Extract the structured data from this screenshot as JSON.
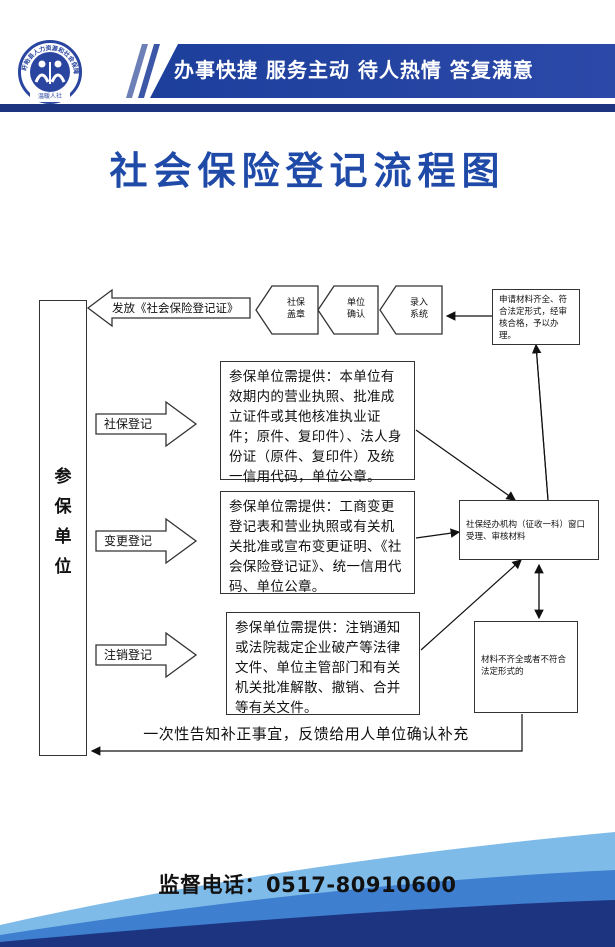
{
  "header": {
    "slogan": "办事快捷  服务主动  待人热情  答复满意",
    "logo_text": "盱眙县人力资源和社会保障局",
    "logo_sub": "温暖人社",
    "colors": {
      "primary_blue": "#1d3f9c",
      "title_blue": "#1f4aa8",
      "wave_light": "#5fa7e0"
    }
  },
  "diagram": {
    "title": "社会保险登记流程图",
    "side_label": [
      "参",
      "保",
      "单",
      "位"
    ],
    "top_arrow_label": "发放《社会保险登记证》",
    "steps": [
      {
        "label": [
          "社保",
          "盖章"
        ]
      },
      {
        "label": [
          "单位",
          "确认"
        ]
      },
      {
        "label": [
          "录入",
          "系统"
        ]
      }
    ],
    "top_right_box": "申请材料齐全、符合法定形式，经审核合格，予以办理。",
    "registrations": [
      {
        "label": "社保登记",
        "requirement": "参保单位需提供：本单位有效期内的营业执照、批准成立证件或其他核准执业证件；原件、复印件）、法人身份证（原件、复印件）及统一信用代码，单位公章。"
      },
      {
        "label": "变更登记",
        "requirement": "参保单位需提供：工商变更登记表和营业执照或有关机关批准或宣布变更证明、《社会保险登记证》、统一信用代码、单位公章。"
      },
      {
        "label": "注销登记",
        "requirement": "参保单位需提供：注销通知或法院裁定企业破产等法律文件、单位主管部门和有关机关批准解散、撤销、合并等有关文件。"
      }
    ],
    "mid_right_box": "社保经办机构（征收一科）窗口受理、审核材料",
    "bottom_right_box": "材料不齐全或者不符合法定形式的",
    "feedback": "一次性告知补正事宜，反馈给用人单位确认补充"
  },
  "footer": {
    "phone": "监督电话：0517-80910600"
  }
}
